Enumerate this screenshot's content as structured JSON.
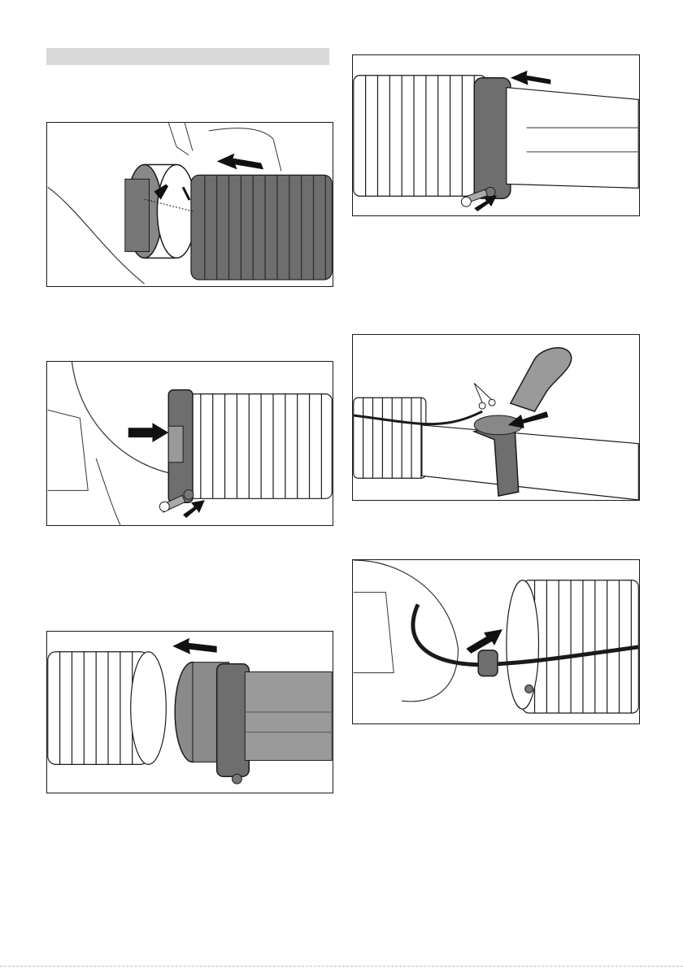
{
  "page": {
    "heading_bar_text": "",
    "figures": [
      {
        "id": "fig1",
        "subject": "hose-to-blower-connection"
      },
      {
        "id": "fig2",
        "subject": "clamp-screw-fastening"
      },
      {
        "id": "fig3",
        "subject": "tube-to-hose-connection"
      },
      {
        "id": "fig4",
        "subject": "tube-clamp-screw"
      },
      {
        "id": "fig5",
        "subject": "handle-mounting"
      },
      {
        "id": "fig6",
        "subject": "cable-routing"
      }
    ],
    "colors": {
      "line": "#1a1a1a",
      "clamp": "#6e6e6e",
      "tube": "#9a9a9a",
      "heading_bar": "#d9d9d9"
    }
  }
}
